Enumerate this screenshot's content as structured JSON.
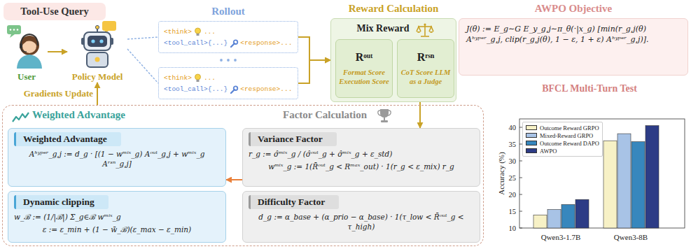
{
  "diagram": {
    "nodes": [
      {
        "text": [
          "Tool-Use Query"
        ]
      },
      {
        "text": [
          "User"
        ]
      },
      {
        "text": [
          "Policy Model"
        ]
      },
      {
        "text": [
          "<think>",
          "...",
          "<tool_call>{...}",
          "<response>..."
        ]
      },
      {
        "text": [
          "<think>",
          "...",
          "<tool_call>{...}",
          "<response>..."
        ]
      },
      {
        "text": [
          "Reward Calculation",
          "Mix Reward"
        ]
      },
      {
        "text": [
          "Rᵒᵘᵗ",
          "Format Score Execution Score"
        ],
        "in": 5
      },
      {
        "text": [
          "Rʳˢⁿ",
          "CoT Score LLM as a Judge"
        ],
        "in": 5
      },
      {
        "text": [
          "AWPO Objective",
          "J(θ) := E_g∼G E_y_g,j∼π_θ(·|x_g) [min(r_g,j(θ) Aʰʸᵖᵉʳ_g,j, clip(r_g,j(θ), 1 − ε, 1 + ε) Aʰʸᵖᵉʳ_g,j)]."
        ]
      },
      {
        "text": [
          "Weighted Advantage",
          "Factor Calculation"
        ]
      },
      {
        "text": [
          "Weighted Advantage",
          "Aʰʸᵖᵉʳ_g,j := d_g · [(1 − wᵐⁱˣ_g) Aᵒᵘᵗ_g,j + wᵐⁱˣ_g Aʳˢⁿ_g,j]"
        ],
        "in": 9
      },
      {
        "text": [
          "Dynamic clipping",
          "w_ℬ := (1/|ℬ|) Σ_g∈ℬ wᵐⁱˣ_g",
          "ε := ε_min + (1 − w̄_ℬ)(ε_max − ε_min)"
        ],
        "in": 9
      },
      {
        "text": [
          "Variance Factor",
          "r_g := σ̂ᵐⁱˣ_g / (σ̂ᵒᵘᵗ_g + σ̂ᵐⁱˣ_g + ε_std)",
          "wᵐⁱˣ_g := 1(R̄ᵒᵘᵗ_g < Rᵐᵃˣ_out) · 1(r_g < ε_mix) r_g"
        ],
        "in": 9
      },
      {
        "text": [
          "Difficulty Factor",
          "d_g := α_base + (α_prio − α_base) · 1(τ_low < R̄ᵒᵘᵗ_g < τ_high)"
        ],
        "in": 9
      }
    ],
    "edges": [
      {
        "from": 1,
        "to": 2,
        "arrow": "to"
      },
      {
        "from": 2,
        "to": 3,
        "arrow": "none"
      },
      {
        "from": 2,
        "to": 4,
        "arrow": "none"
      },
      {
        "from": 3,
        "to": 5,
        "arrow": "to"
      },
      {
        "from": 4,
        "to": 5,
        "arrow": "to"
      },
      {
        "from": 5,
        "to": 12,
        "arrow": "to"
      },
      {
        "from": 9,
        "to": 2,
        "label": "Gradients Update",
        "arrow": "to"
      },
      {
        "from": 12,
        "to": 10,
        "arrow": "to"
      }
    ],
    "labels": [
      "Rollout",
      "BFCL Multi-Turn Test",
      "Accuracy (%)",
      "10",
      "15",
      "20",
      "25",
      "30",
      "35",
      "40",
      "Qwen3-1.7B",
      "Qwen3-8B"
    ],
    "legend": [
      {
        "text": "Outcome Reward GRPO",
        "color": "#f7f1c6"
      },
      {
        "text": "Mixed-Reward GRPO",
        "color": "#a8c3e6"
      },
      {
        "text": "Outcome Reward DAPO",
        "color": "#3787bd"
      },
      {
        "text": "AWPO",
        "color": "#2d3c86"
      }
    ]
  }
}
